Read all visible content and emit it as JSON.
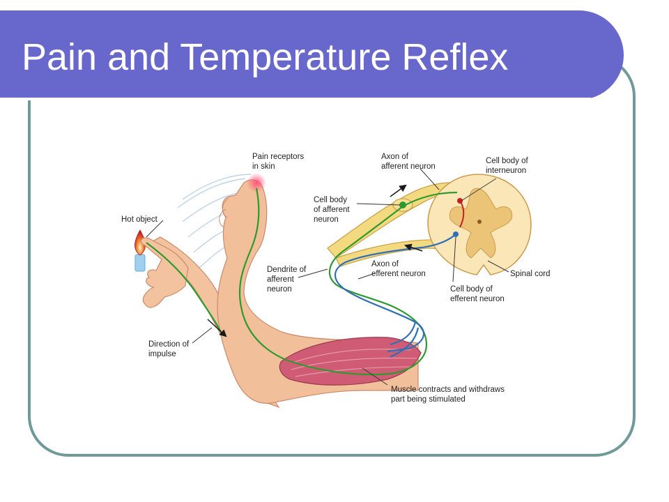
{
  "slide": {
    "title": "Pain and Temperature Reflex"
  },
  "labels": {
    "pain_receptors": [
      "Pain receptors",
      "in skin"
    ],
    "hot_object": [
      "Hot object"
    ],
    "axon_afferent": [
      "Axon of",
      "afferent neuron"
    ],
    "cell_body_interneuron": [
      "Cell body of",
      "interneuron"
    ],
    "cell_body_afferent": [
      "Cell body",
      "of afferent",
      "neuron"
    ],
    "dendrite_afferent": [
      "Dendrite of",
      "afferent",
      "neuron"
    ],
    "axon_efferent": [
      "Axon of",
      "efferent neuron"
    ],
    "spinal_cord": [
      "Spinal cord"
    ],
    "cell_body_efferent": [
      "Cell body of",
      "efferent neuron"
    ],
    "direction_impulse": [
      "Direction of",
      "impulse"
    ],
    "muscle": [
      "Muscle contracts and withdraws",
      "part being stimulated"
    ]
  },
  "colors": {
    "title_bar": "#6767cc",
    "frame": "#6f9a98",
    "afferent_neuron": "#2e9a2e",
    "efferent_neuron": "#2e6fb8",
    "interneuron": "#c81e1e",
    "nerve": "#f3d980",
    "skin": "#f1bf9a",
    "muscle": "#cf5c74"
  }
}
